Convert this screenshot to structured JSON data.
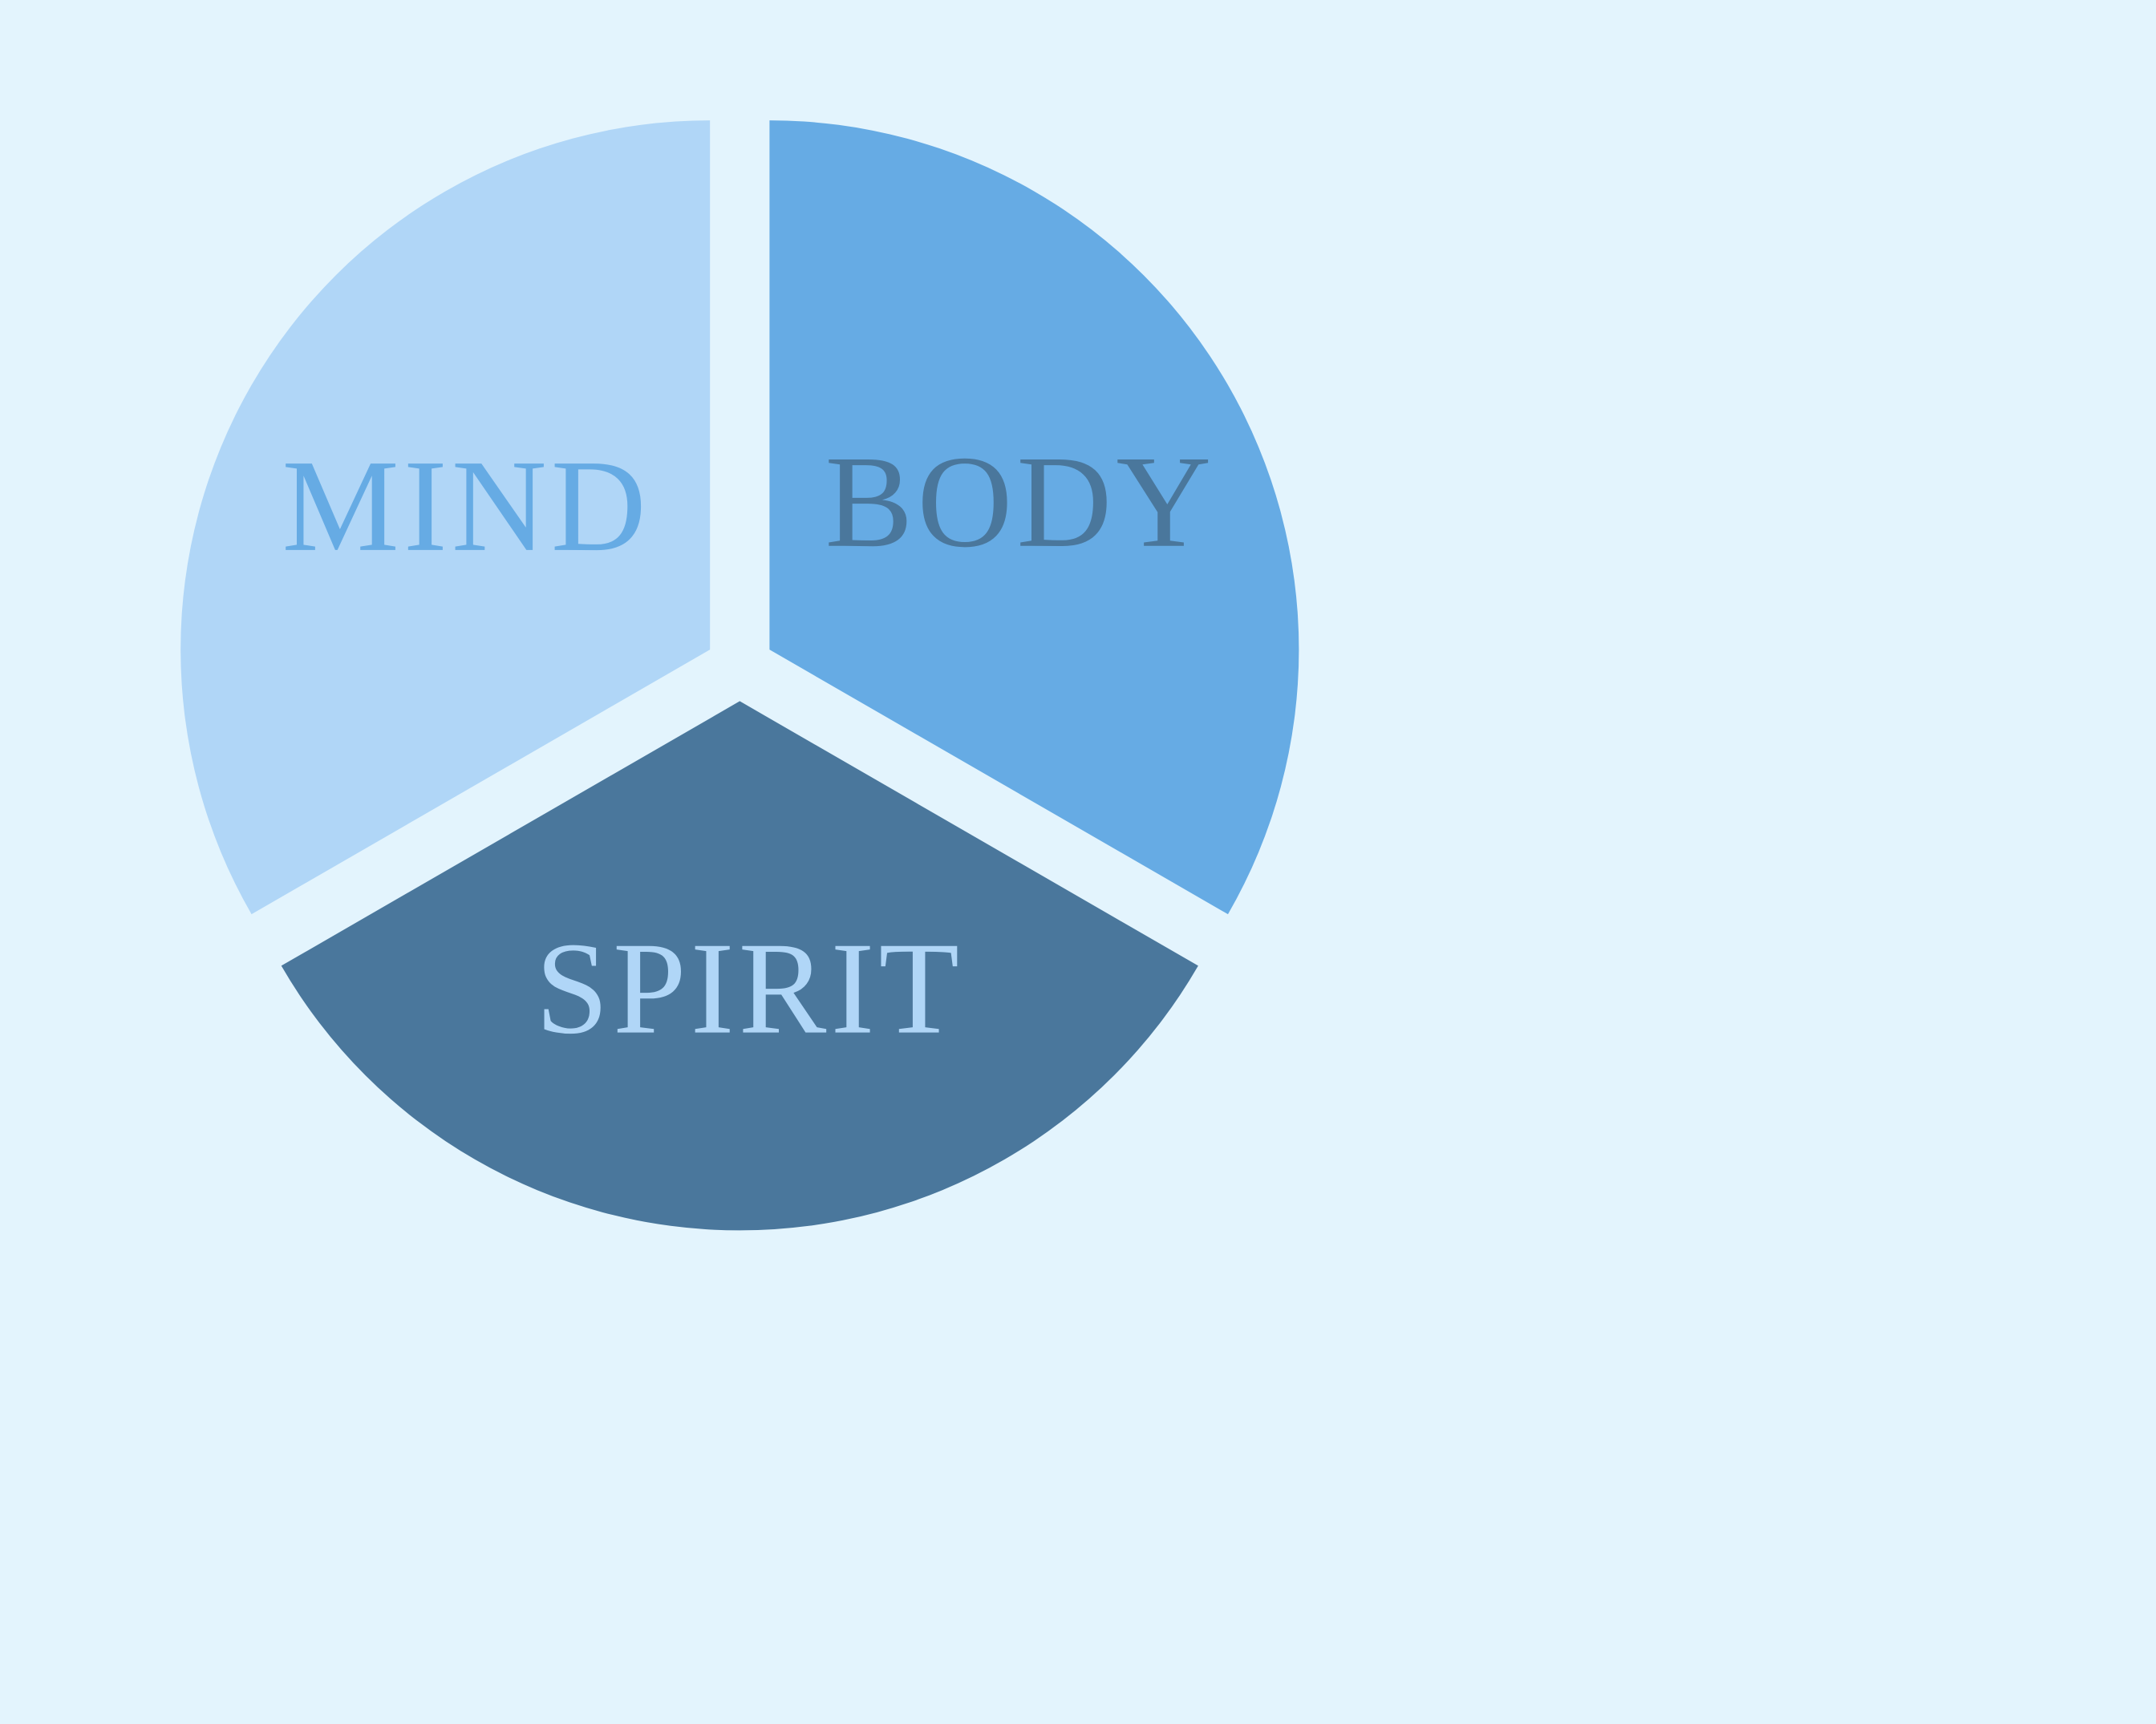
{
  "background": "#e3f4fd",
  "segments": [
    {
      "label": "MIND",
      "fill": "#b0d6f7",
      "text_color": "#66abe4"
    },
    {
      "label": "BODY",
      "fill": "#66abe4",
      "text_color": "#4a779c"
    },
    {
      "label": "SPIRIT",
      "fill": "#4a779c",
      "text_color": "#b0d6f7"
    }
  ]
}
